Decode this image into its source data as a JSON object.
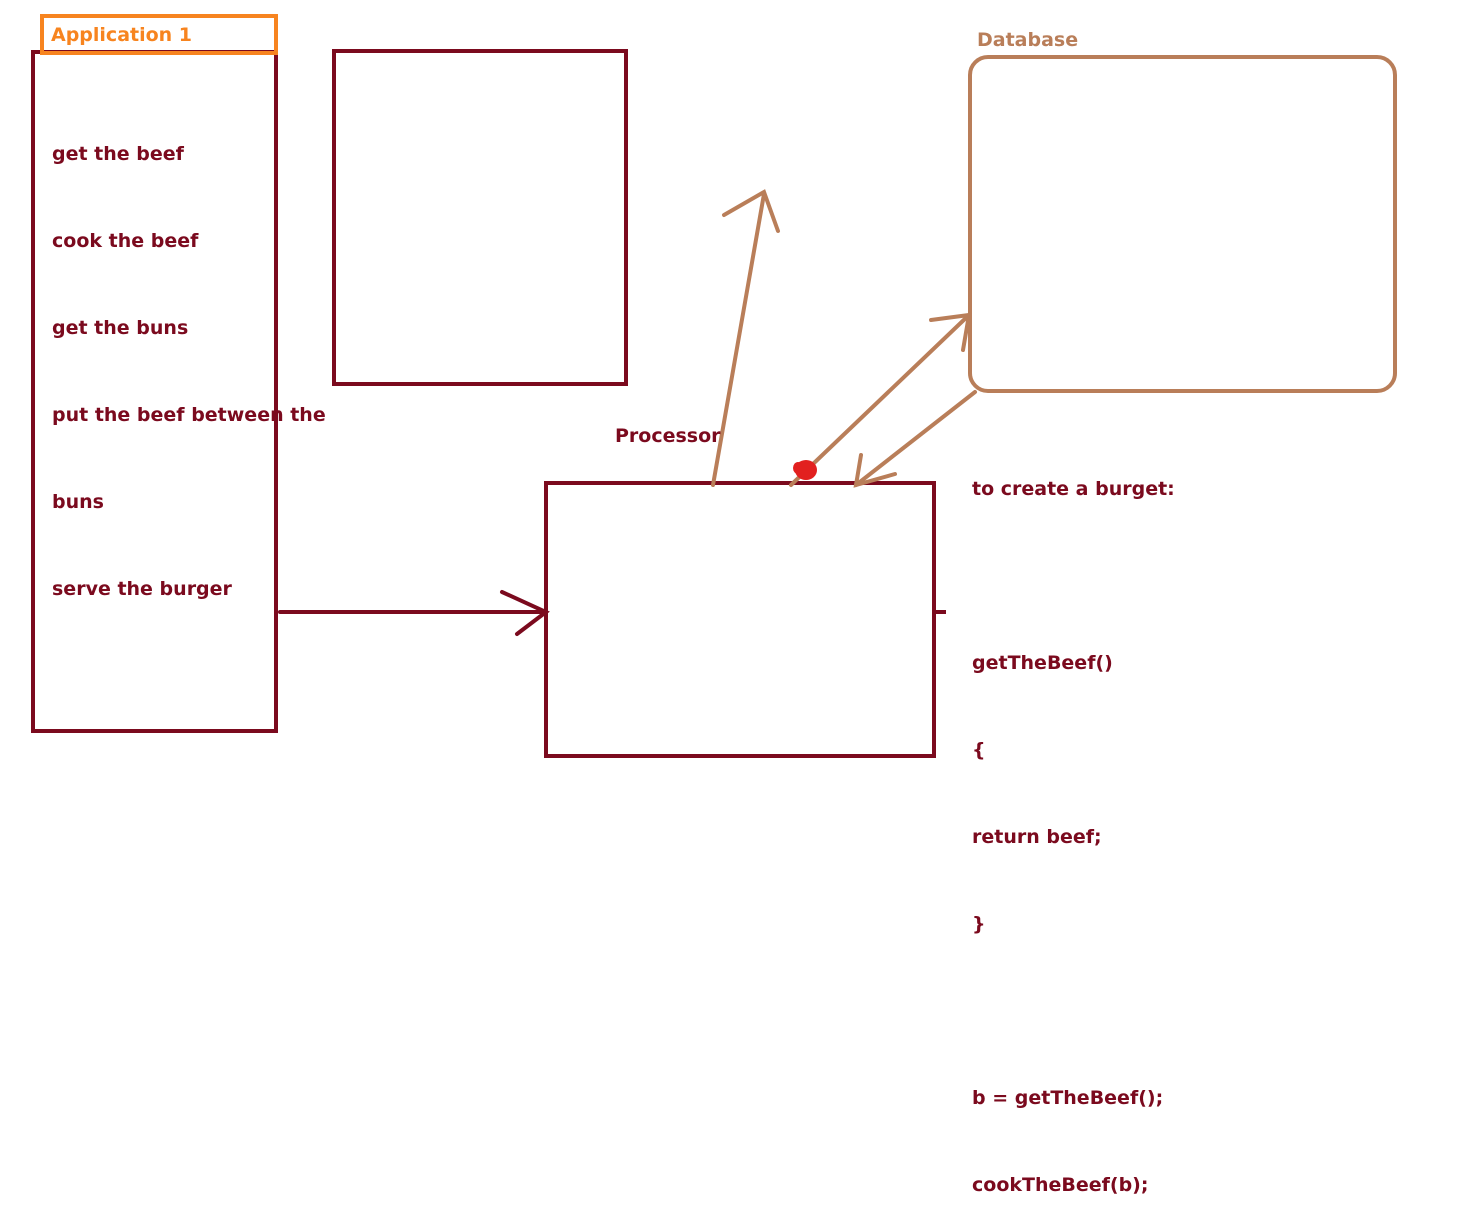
{
  "colors": {
    "maroon": "#7b0a1e",
    "orange": "#f7841f",
    "tan": "#b97e59",
    "red": "#e2201f"
  },
  "application": {
    "title": "Application 1",
    "steps": [
      "get the beef",
      "cook the beef",
      "get the buns",
      "put the beef between the",
      "buns",
      "serve the burger"
    ]
  },
  "database": {
    "title": "Database"
  },
  "processor": {
    "title": "Processor"
  },
  "code_notes": {
    "lines": [
      "to create a burget:",
      "",
      "getTheBeef()",
      "{",
      "return beef;",
      "}",
      "",
      "b = getTheBeef();",
      "cookTheBeef(b);"
    ]
  }
}
